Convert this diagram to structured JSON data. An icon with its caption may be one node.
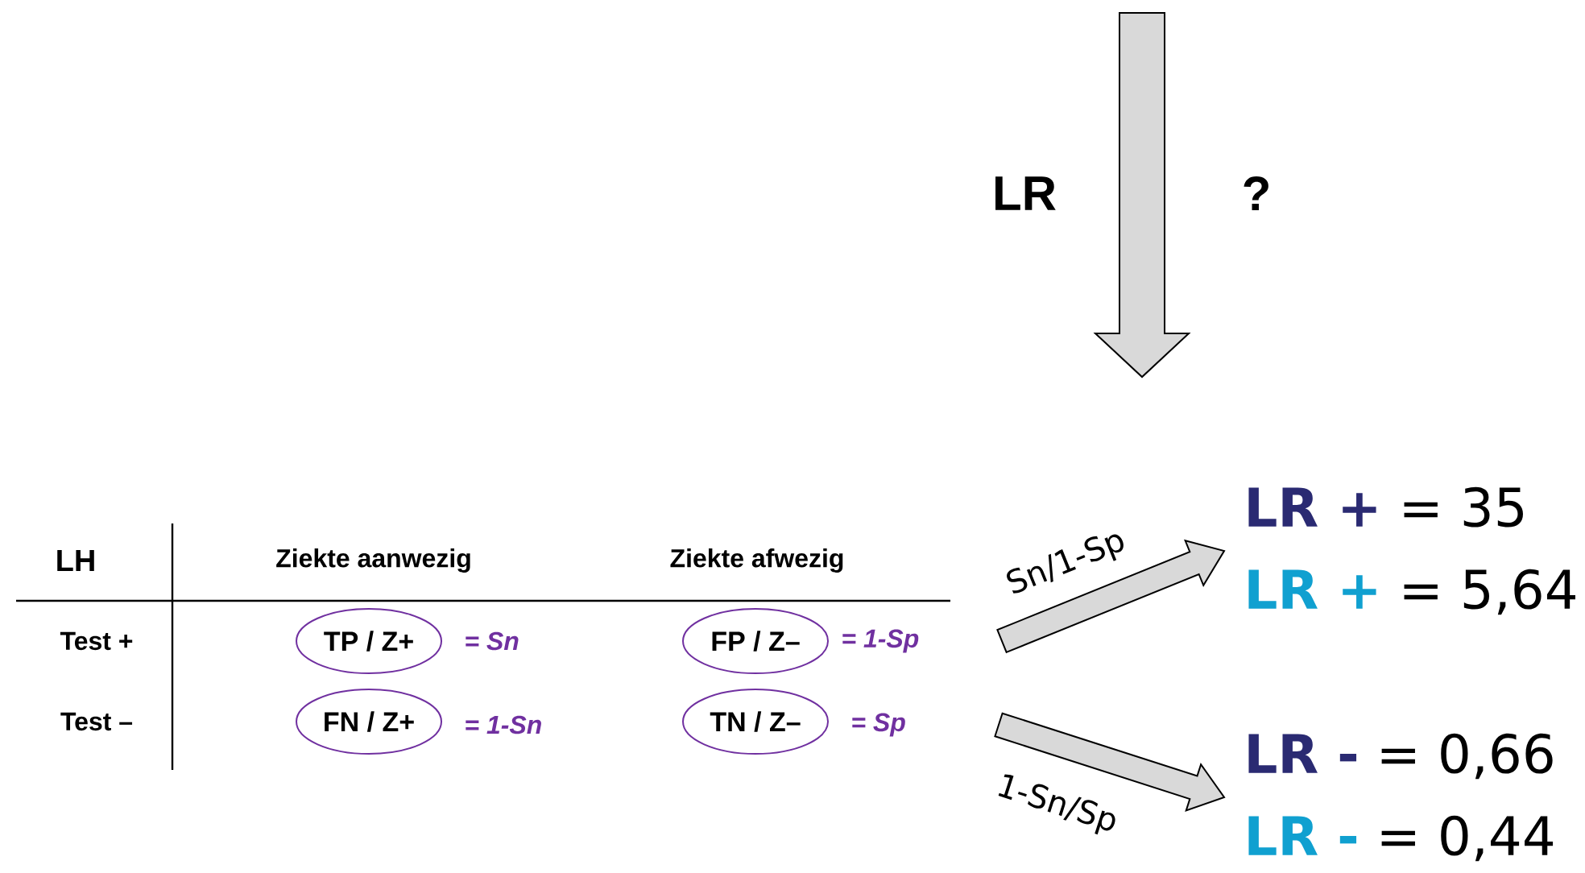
{
  "diagram": {
    "nodes": [
      {
        "text": [
          "TP / Z+"
        ]
      },
      {
        "text": [
          "FP / Z–"
        ]
      },
      {
        "text": [
          "FN / Z+"
        ]
      },
      {
        "text": [
          "TN / Z–"
        ]
      },
      {
        "text": [
          "LR +",
          "= 35",
          "LR +",
          "= 5,64"
        ]
      },
      {
        "text": [
          "LR -",
          "= 0,66",
          "LR -",
          "= 0,44"
        ]
      }
    ],
    "edges": [
      {
        "from": null,
        "to": 4,
        "arrow": "to",
        "label": "Sn/1-Sp"
      },
      {
        "from": null,
        "to": 5,
        "arrow": "to",
        "label": "1-Sn/Sp"
      }
    ],
    "labels": [
      "LR",
      "?",
      "LH",
      "Ziekte aanwezig",
      "Ziekte afwezig",
      "Test +",
      "= Sn",
      "= 1-Sp",
      "Test –",
      "= 1-Sn",
      "= Sp"
    ]
  }
}
